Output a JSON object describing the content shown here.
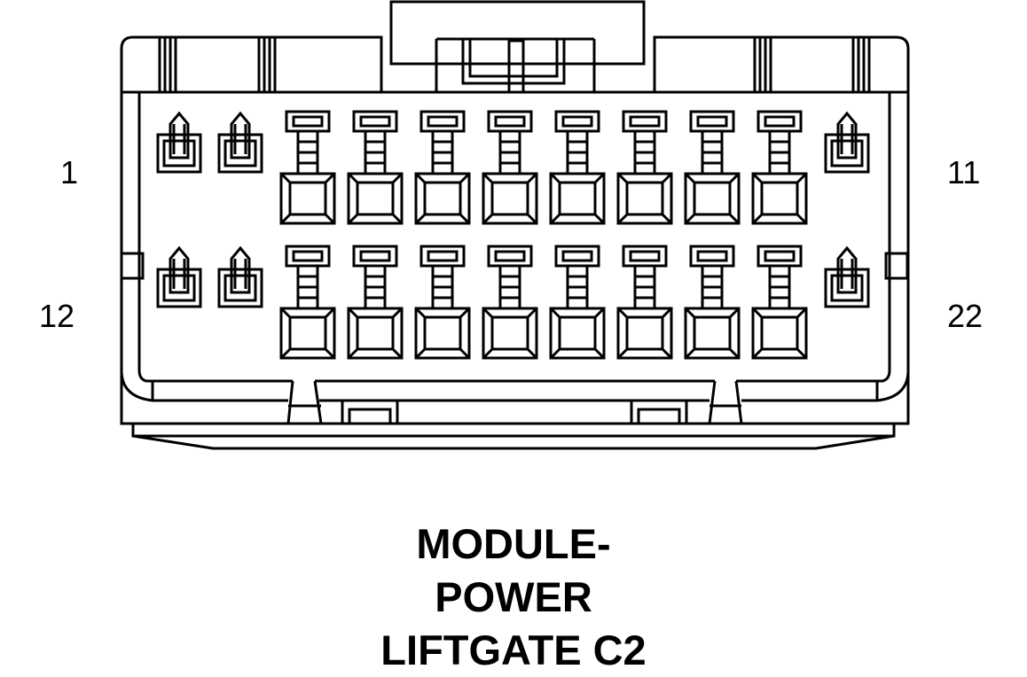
{
  "connector": {
    "pin_labels": {
      "top_left": "1",
      "top_right": "11",
      "bottom_left": "12",
      "bottom_right": "22"
    },
    "title_lines": [
      "MODULE-",
      "POWER",
      "LIFTGATE C2"
    ],
    "colors": {
      "line": "#000000",
      "background": "#ffffff"
    }
  }
}
